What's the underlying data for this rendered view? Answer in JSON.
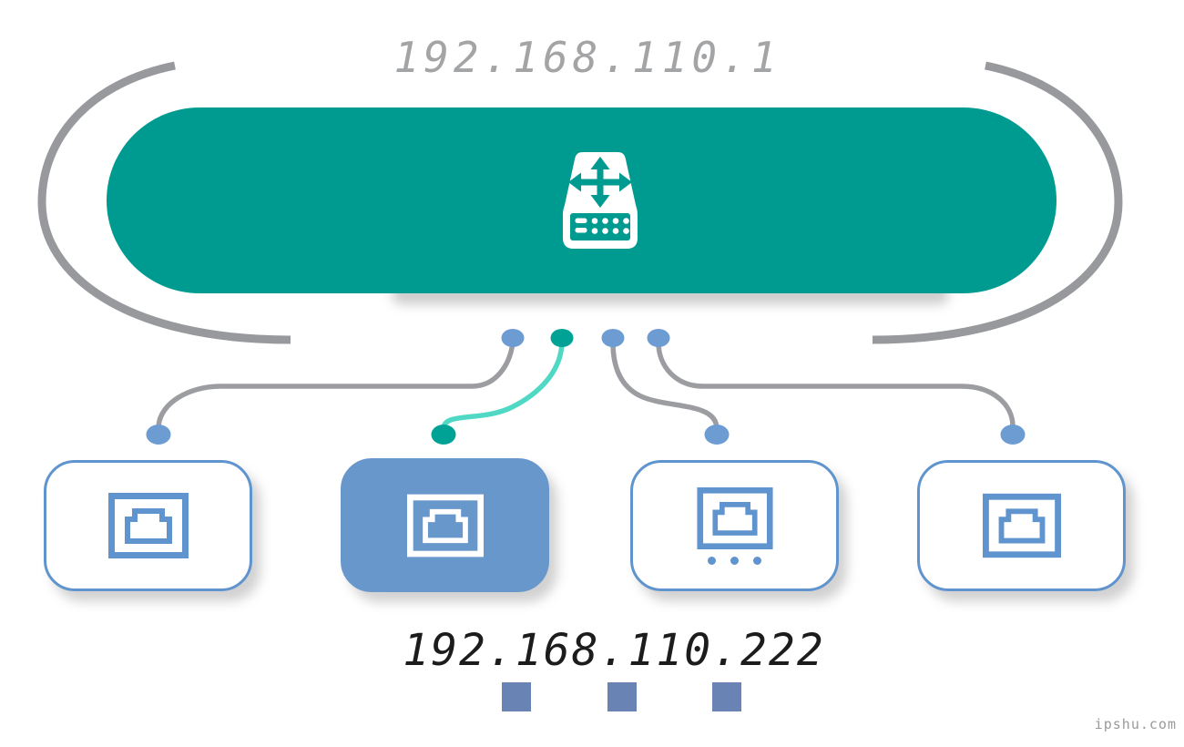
{
  "gateway": {
    "ip": "192.168.110.1",
    "node_type": "switch",
    "icon": "switch-icon"
  },
  "client": {
    "ip": "192.168.110.222"
  },
  "devices": [
    {
      "id": 1,
      "icon": "ethernet-port-icon",
      "highlighted": false,
      "more_indicator": false
    },
    {
      "id": 2,
      "icon": "ethernet-port-icon",
      "highlighted": true,
      "more_indicator": false
    },
    {
      "id": 3,
      "icon": "ethernet-port-icon",
      "highlighted": false,
      "more_indicator": true
    },
    {
      "id": 4,
      "icon": "ethernet-port-icon",
      "highlighted": false,
      "more_indicator": false
    }
  ],
  "connections": [
    {
      "from": "port-1",
      "to": "device-1",
      "active": false
    },
    {
      "from": "port-2",
      "to": "device-2",
      "active": true
    },
    {
      "from": "port-3",
      "to": "device-3",
      "active": false
    },
    {
      "from": "port-4",
      "to": "device-4",
      "active": false
    }
  ],
  "watermark": "ipshu.com",
  "colors": {
    "teal": "#009b90",
    "teal_dot": "#00a295",
    "teal_curve": "#4fd9c5",
    "blue_fill": "#6897cc",
    "blue_border": "#6094ce",
    "blue_dot": "#6d9cd2",
    "blue_square": "#6883b4",
    "arc_gray": "#97999c",
    "curve_gray": "#9b9da0",
    "label_gray": "#a3a4a6",
    "label_dark": "#1c1c1c"
  }
}
